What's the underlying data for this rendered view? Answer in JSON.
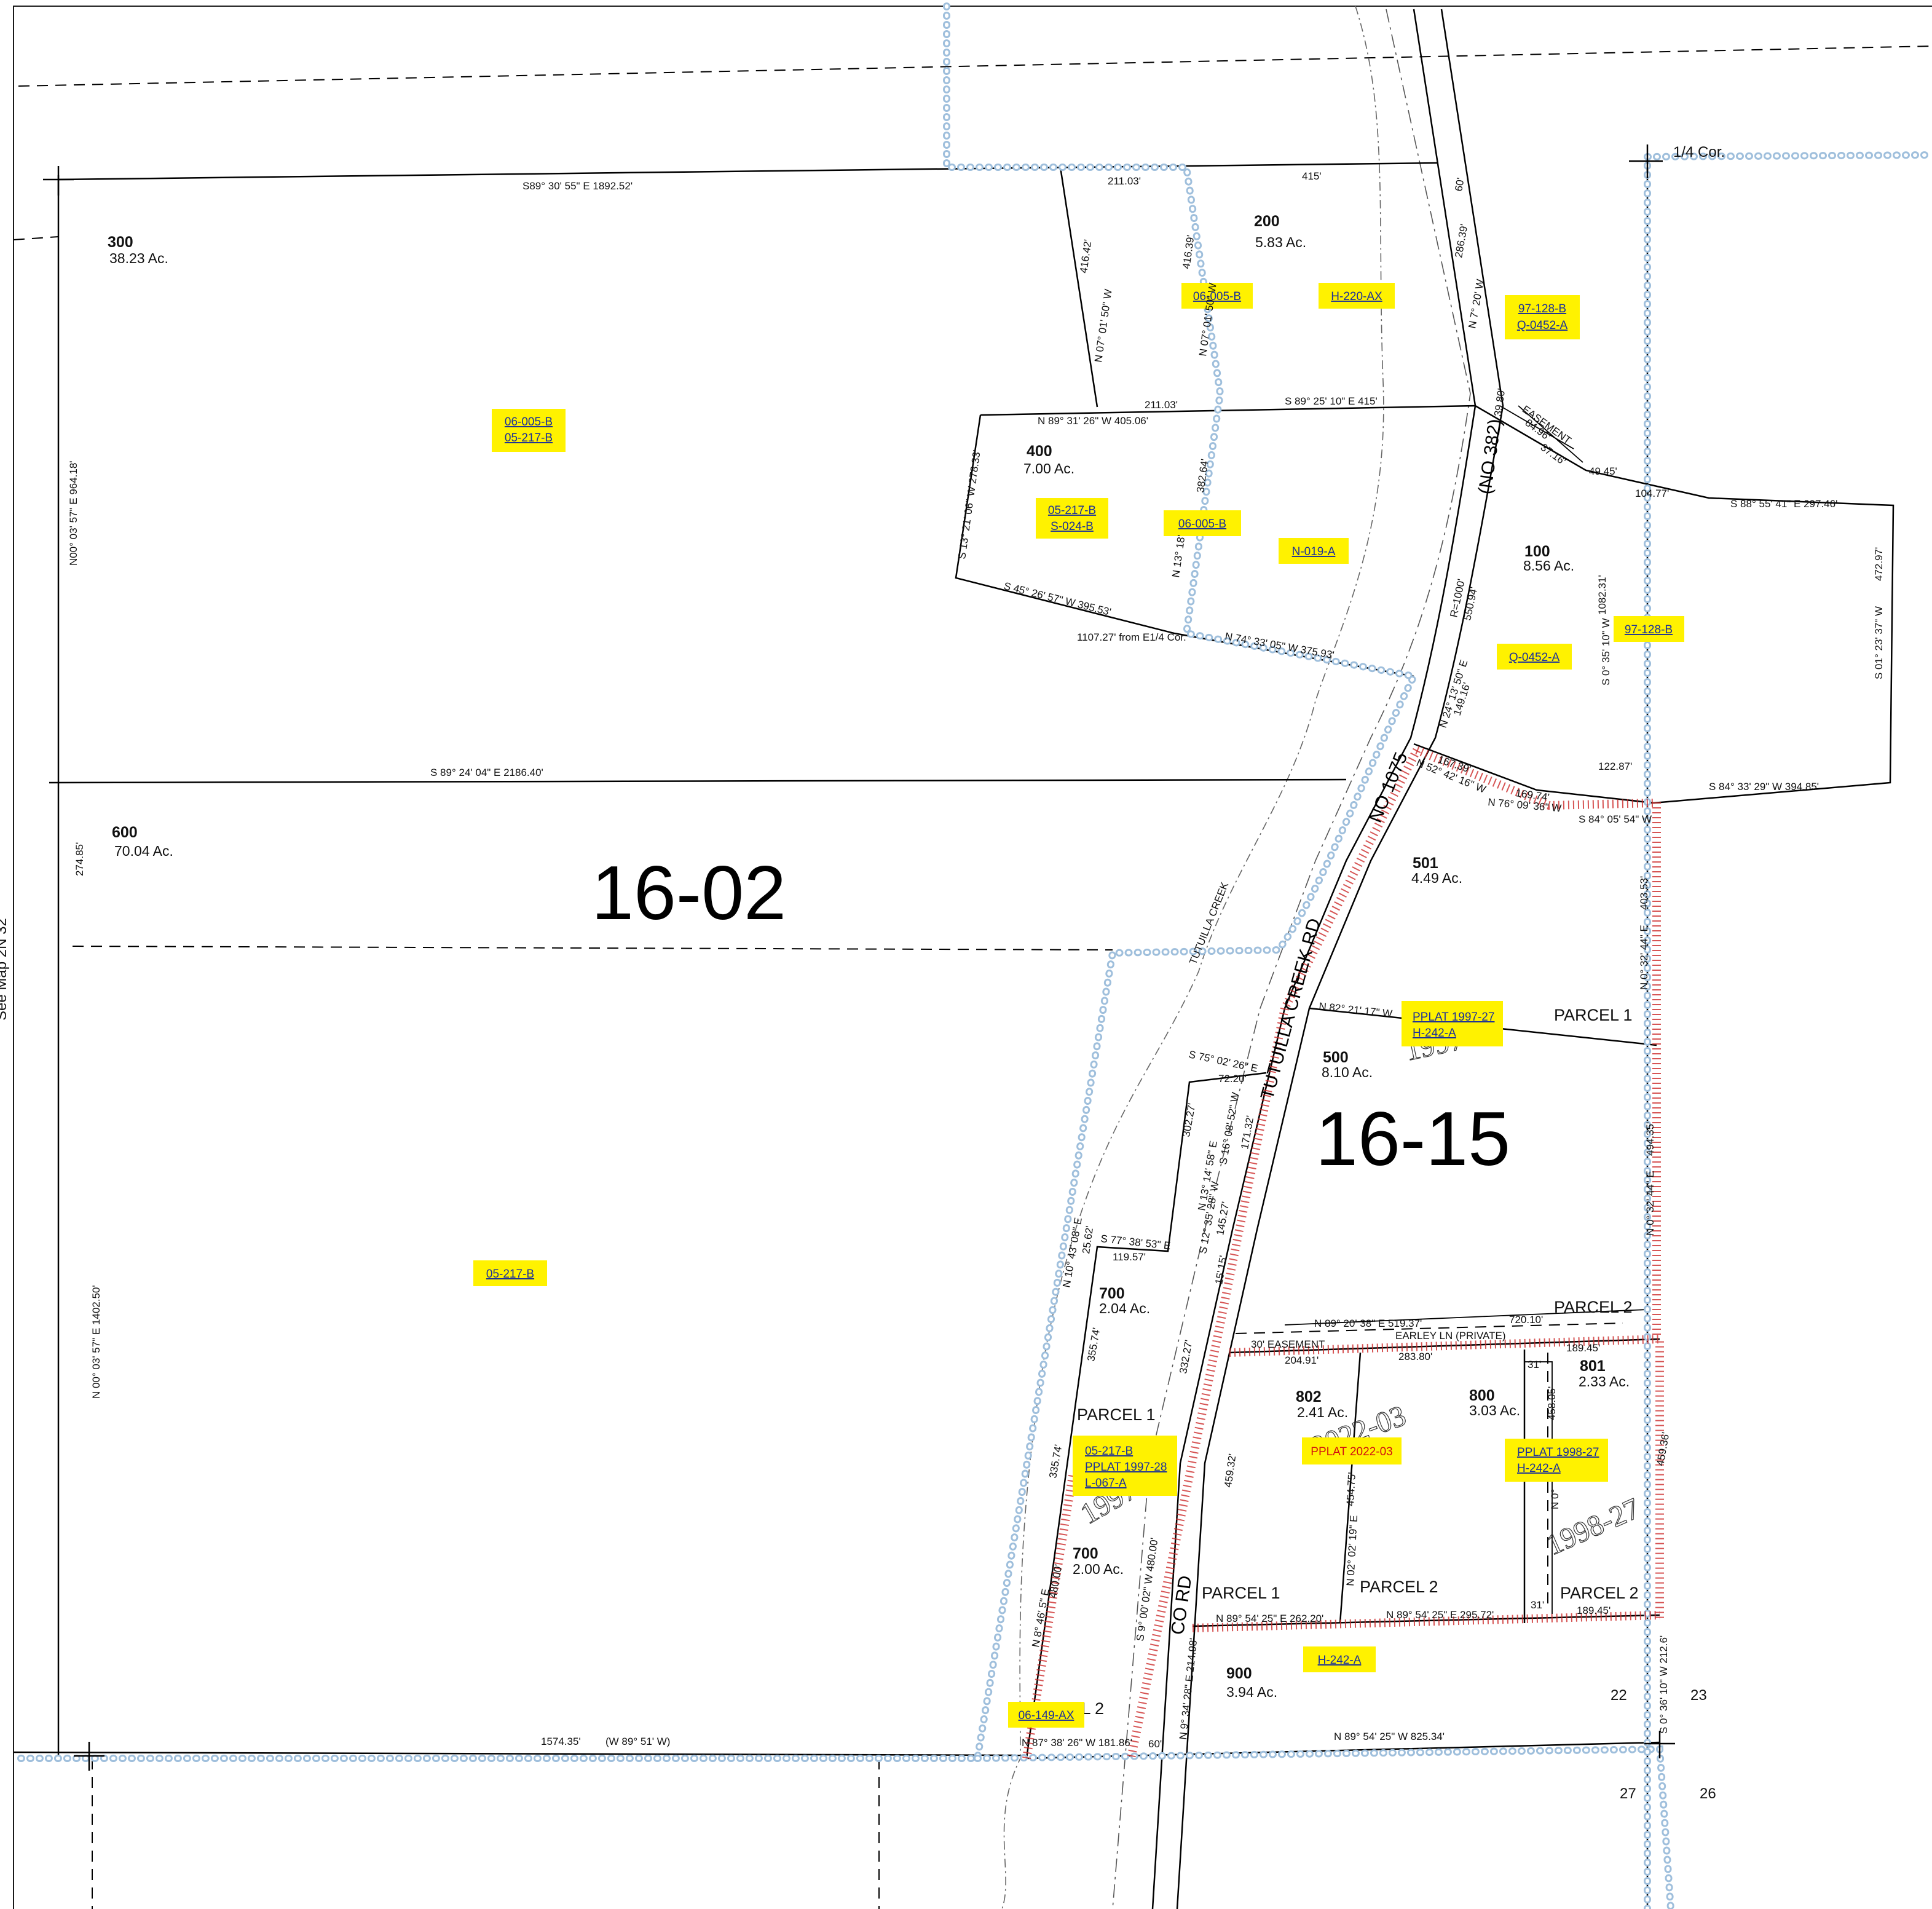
{
  "map": {
    "side_note": "See Map 2N 32",
    "section_labels": [
      "16-02",
      "16-15"
    ],
    "section_corners": [
      "22",
      "23",
      "27",
      "26"
    ],
    "quarter_corner": "1/4 Cor.",
    "roads": {
      "tutuilla": "TUTUILLA CREEK RD",
      "no1075": "NO 1075",
      "no382": "(NO 382)",
      "co_rd": "CO RD",
      "earley": "EARLEY LN (PRIVATE)",
      "creek": "TUTUILLA CREEK",
      "easement_30": "30' EASEMENT",
      "easement": "EASEMENT"
    },
    "parcels": [
      {
        "num": "300",
        "acres": "38.23 Ac."
      },
      {
        "num": "200",
        "acres": "5.83 Ac."
      },
      {
        "num": "400",
        "acres": "7.00 Ac."
      },
      {
        "num": "100",
        "acres": "8.56 Ac."
      },
      {
        "num": "600",
        "acres": "70.04 Ac."
      },
      {
        "num": "501",
        "acres": "4.49 Ac."
      },
      {
        "num": "500",
        "acres": "8.10 Ac."
      },
      {
        "num": "700",
        "acres": "2.04 Ac."
      },
      {
        "num": "802",
        "acres": "2.41 Ac."
      },
      {
        "num": "800",
        "acres": "3.03 Ac."
      },
      {
        "num": "801",
        "acres": "2.33 Ac."
      },
      {
        "num": "700",
        "acres": "2.00 Ac."
      },
      {
        "num": "900",
        "acres": "3.94 Ac."
      }
    ],
    "parcel_labels": [
      "PARCEL 1",
      "PARCEL 2",
      "PARCEL 1",
      "PARCEL 1",
      "PARCEL 2",
      "PARCEL 2",
      "CEL 2"
    ],
    "plat_ghosts": [
      "1997-27",
      "2022-03",
      "1998-27",
      "1997-28"
    ],
    "refs": {
      "r1": [
        "06-005-B",
        "05-217-B"
      ],
      "r2": [
        "06-005-B"
      ],
      "r3": [
        "H-220-AX"
      ],
      "r4": [
        "97-128-B",
        "Q-0452-A"
      ],
      "r5": [
        "05-217-B",
        "S-024-B"
      ],
      "r6": [
        "06-005-B"
      ],
      "r7": [
        "N-019-A"
      ],
      "r8": [
        "Q-0452-A"
      ],
      "r9": [
        "97-128-B"
      ],
      "r10": [
        "PPLAT 1997-27",
        "H-242-A"
      ],
      "r11": [
        "05-217-B"
      ],
      "r12": [
        "05-217-B",
        "PPLAT 1997-28",
        "L-067-A"
      ],
      "r13": [
        "PPLAT 2022-03"
      ],
      "r14": [
        "PPLAT 1998-27",
        "H-242-A"
      ],
      "r15": [
        "H-242-A"
      ],
      "r16": [
        "06-149-AX"
      ]
    },
    "bearings": {
      "b1": "S89° 30' 55\" E   1892.52'",
      "b2": "211.03'",
      "b3": "415'",
      "b4": "416.42'",
      "b5": "N 07° 01' 50\" W",
      "b6": "416.39'",
      "b7": "N 07° 01' 50\" W",
      "b8": "286.39'",
      "b9": "N 7° 20' W",
      "b10": "60'",
      "b11": "N 89° 31' 26\" W   405.06'",
      "b12": "211.03'",
      "b13": "S 89° 25' 10\" E   415'",
      "b14": "S 13° 21' 06\" W   278.33'",
      "b15": "382.64'",
      "b16": "N 13° 18'",
      "b17": "S 45° 26' 57\" W   395.53'",
      "b18": "1107.27' from E1/4 Cor.",
      "b19": "N 74° 33' 05\" W   375.93'",
      "b20": "S 89° 24' 04\" E        2186.40'",
      "b21": "N00° 03' 57\" E     964.18'",
      "b22": "274.85'",
      "b23": "N 00° 03' 57\" E     1402.50'",
      "b24": "R=1000'",
      "b25": "550.94'",
      "b26": "N 24° 13' 50\" E",
      "b27": "149.16'",
      "b28": "39.80'",
      "b29": "84.96'",
      "b30": "37.16'",
      "b31": "49.45'",
      "b32": "104.77'",
      "b33": "S 88° 55' 41\" E     297.46'",
      "b34": "472.97'",
      "b35": "S 01° 23' 37\" W",
      "b36": "1082.31'",
      "b37": "S 0° 35' 10\" W",
      "b38": "S 84° 33' 29\" W     394.85'",
      "b39": "122.87'",
      "b40": "S 84° 05' 54\" W",
      "b41": "N 76° 09' 36\" W",
      "b42": "169.74'",
      "b43": "167.39'",
      "b44": "N 52° 42' 16\" W",
      "b45": "403.53'",
      "b46": "N 0° 32' 44\" E",
      "b47": "N 82° 21' 17\" W",
      "b48": "S 75° 02' 26\" E",
      "b49": "72.20'",
      "b50": "302.27'",
      "b51": "N 13° 14' 58\" E",
      "b52": "171.32'",
      "b53": "S 16° 08' 52\" W",
      "b54": "S 77° 38' 53\" E",
      "b55": "25.62'",
      "b56": "119.57'",
      "b57": "145.27'",
      "b58": "S 12° 35' 28\" W",
      "b59": "15'",
      "b60": "15'",
      "b61": "N 10° 43' 08\" E",
      "b62": "355.74'",
      "b63": "332.27'",
      "b64": "494.35'",
      "b65": "N 0° 32' 44\" E",
      "b66": "N 89° 20' 38\" E      519.37'",
      "b67": "720.10'",
      "b68": "204.91'",
      "b69": "283.80'",
      "b70": "189.45'",
      "b71": "31'",
      "b72": "458.05'",
      "b73": "N 0°",
      "b74": "459.32'",
      "b75": "454.75'",
      "b76": "N 02° 02' 19\" E",
      "b77": "459.36'",
      "b78": "N 89° 54' 25\" E    262.20'",
      "b79": "N 89° 54' 25\" E       295.72'",
      "b80": "31'",
      "b81": "189.45'",
      "b82": "S 9° 00' 02\" W    480.00'",
      "b83": "N 8° 46' 5\" E",
      "b84": "480.00'",
      "b85": "335.74'",
      "b86": "S 0° 36' 10\" W   212.6'",
      "b87": "N 9° 34' 28\" E   214.98'",
      "b88": "1574.35'",
      "b89": "(W 89° 51' W)",
      "b90": "N 87° 38' 26\" W  181.86'",
      "b91": "60'",
      "b92": "N 89° 54' 25\" W     825.34'"
    }
  }
}
